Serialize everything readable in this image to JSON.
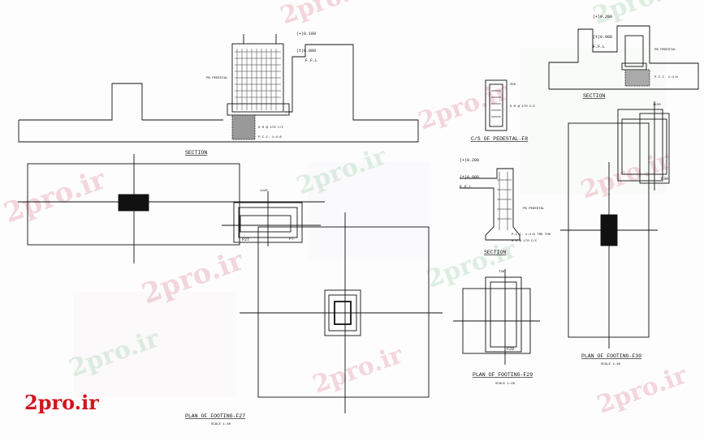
{
  "drawing": {
    "titles": {
      "section_a": "SECTION",
      "pedestal_cs": "C/S OF PEDESTAL-F8",
      "section_b": "SECTION",
      "section_c": "SECTION",
      "plan_f27": "PLAN OF FOOTING-F27",
      "plan_f29": "PLAN OF FOOTING-F29",
      "plan_f30": "PLAN OF FOOTING-F30"
    },
    "scales": {
      "f27": "SCALE 1:40",
      "f29": "SCALE 1:20",
      "f30": "SCALE 1:40"
    },
    "levels": {
      "l1": "(+)0.100",
      "l2": "(±)0.000",
      "l3": "F.F.L",
      "l4": "(+)0.200",
      "l5": "(±)0.000",
      "l6": "F.F.L",
      "l7": "(+)0.200",
      "l8": "(±)0.000",
      "l9": "F.F.L"
    },
    "callouts": {
      "pcc": "P.C.C. 1:4:8",
      "bars": "8 Φ @ 170 C/C",
      "pedestal": "PB PEDESTAL",
      "pcc_b": "P.C.C. 1:4:8 TRD THK",
      "bars_b": "8 Φ @ 170 C/C",
      "ped_b": "PB PEDESTAL"
    },
    "marks": {
      "f27": "F27",
      "f7": "F7",
      "f29": "F29",
      "f30": "F30",
      "dim1": "1440",
      "dim2": "250",
      "dim3": "730",
      "dim4": "1150"
    }
  },
  "watermark": {
    "text": "2pro.ir",
    "logo": "2pro.ir"
  }
}
